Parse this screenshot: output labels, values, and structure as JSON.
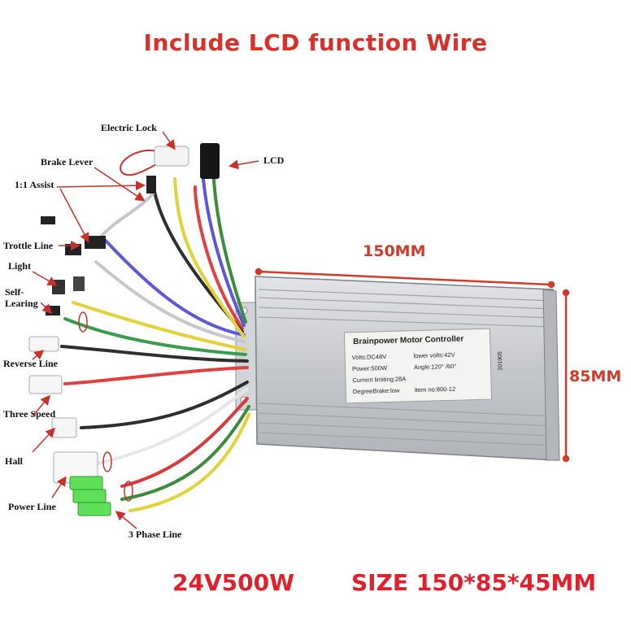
{
  "title": "Include LCD function Wire",
  "dimensions": {
    "width": "150MM",
    "height": "85MM"
  },
  "footer": {
    "power": "24V500W",
    "size": "SIZE 150*85*45MM"
  },
  "wire_labels": [
    "Electric Lock",
    "Brake Lever",
    "1:1 Assist",
    "LCD",
    "Trottle Line",
    "Light",
    "Self-Learing",
    "Reverse Line",
    "Three Speed",
    "Hall",
    "Power Line",
    "3 Phase Line"
  ],
  "plate": {
    "title": "Brainpower Motor Controller",
    "volts": "Volts:DC48V",
    "lower_volts": "lower volts:42V",
    "power": "Power:500W",
    "angle": "Angle:120° /60°",
    "current": "Current limiting:28A",
    "brake": "DegreeBrake:low",
    "item": "Item no:800-12",
    "code": "201905"
  },
  "colors": {
    "accent_red": "#d6312b",
    "case": "#c9cccf",
    "connector_green": "#5fe05a"
  }
}
